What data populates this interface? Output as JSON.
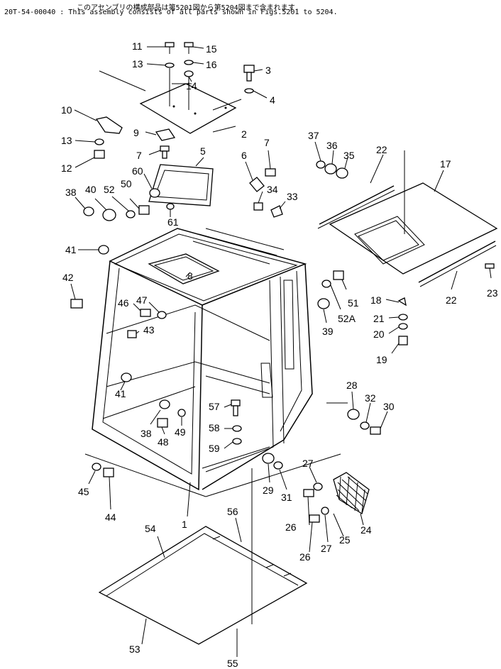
{
  "header": {
    "line1": "このアセンブリの構成部品は第5201図から第5204図まで含まれます.",
    "line2": "20T-54-00040 : This assembly consists of all parts shown in Figs.5201 to 5204."
  },
  "callouts": {
    "c1": "1",
    "c2": "2",
    "c3": "3",
    "c4": "4",
    "c5": "5",
    "c6": "6",
    "c7a": "7",
    "c7b": "7",
    "c8": "8",
    "c9": "9",
    "c10": "10",
    "c11": "11",
    "c12": "12",
    "c13a": "13",
    "c13b": "13",
    "c14": "14",
    "c15": "15",
    "c16": "16",
    "c17": "17",
    "c18": "18",
    "c19": "19",
    "c20": "20",
    "c21": "21",
    "c22a": "22",
    "c22b": "22",
    "c23": "23",
    "c24": "24",
    "c25": "25",
    "c26a": "26",
    "c26b": "26",
    "c27a": "27",
    "c27b": "27",
    "c28": "28",
    "c29": "29",
    "c30": "30",
    "c31": "31",
    "c32": "32",
    "c33": "33",
    "c34": "34",
    "c35": "35",
    "c36": "36",
    "c37": "37",
    "c38a": "38",
    "c38b": "38",
    "c39": "39",
    "c40": "40",
    "c41a": "41",
    "c41b": "41",
    "c42": "42",
    "c43": "43",
    "c44": "44",
    "c45": "45",
    "c46": "46",
    "c47": "47",
    "c48": "48",
    "c49": "49",
    "c50": "50",
    "c51": "51",
    "c52": "52",
    "c52a": "52A",
    "c53": "53",
    "c54": "54",
    "c55": "55",
    "c56": "56",
    "c57": "57",
    "c58": "58",
    "c59": "59",
    "c60": "60",
    "c61": "61"
  }
}
